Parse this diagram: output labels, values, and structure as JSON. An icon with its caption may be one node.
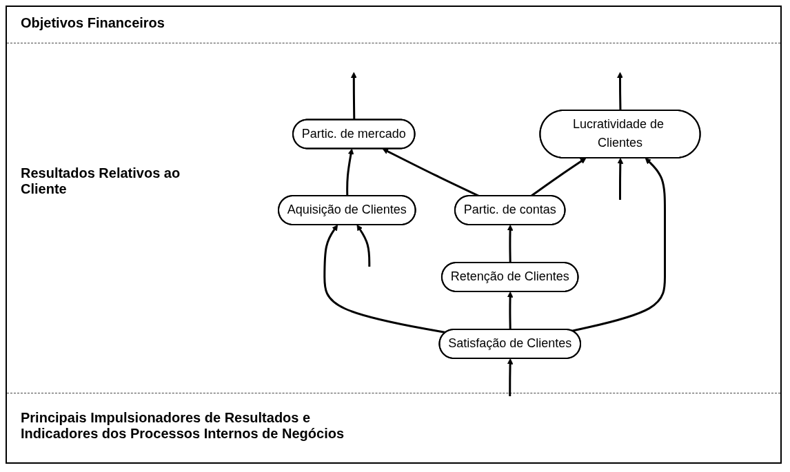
{
  "diagram": {
    "nodes": [
      {
        "text": [
          "Partic. de mercado"
        ]
      },
      {
        "text": [
          "Partic. de contas"
        ]
      },
      {
        "text": [
          "Lucratividade de Clientes"
        ]
      },
      {
        "text": [
          "Aquisição de Clientes"
        ]
      },
      {
        "text": [
          "Retenção de Clientes"
        ]
      },
      {
        "text": [
          "Satisfação de Clientes"
        ]
      }
    ],
    "edges": [
      {
        "from": 0,
        "to": null,
        "arrow": "to"
      },
      {
        "from": 2,
        "to": null,
        "arrow": "to"
      },
      {
        "from": 1,
        "to": 0,
        "arrow": "to"
      },
      {
        "from": 1,
        "to": 2,
        "arrow": "to"
      },
      {
        "from": 3,
        "to": 0,
        "arrow": "to"
      },
      {
        "from": 4,
        "to": 1,
        "arrow": "to"
      },
      {
        "from": 5,
        "to": 3,
        "arrow": "to"
      },
      {
        "from": 5,
        "to": 4,
        "arrow": "to"
      },
      {
        "from": 5,
        "to": 2,
        "arrow": "to"
      },
      {
        "from": null,
        "to": 3,
        "arrow": "to"
      },
      {
        "from": null,
        "to": 5,
        "arrow": "to"
      },
      {
        "from": null,
        "to": 2,
        "arrow": "to"
      }
    ],
    "labels": [
      "Objetivos Financeiros",
      "Resultados Relativos ao Cliente",
      "Principais Impulsionadores de Resultados e Indicadores dos Processos Internos de Negócios"
    ]
  }
}
